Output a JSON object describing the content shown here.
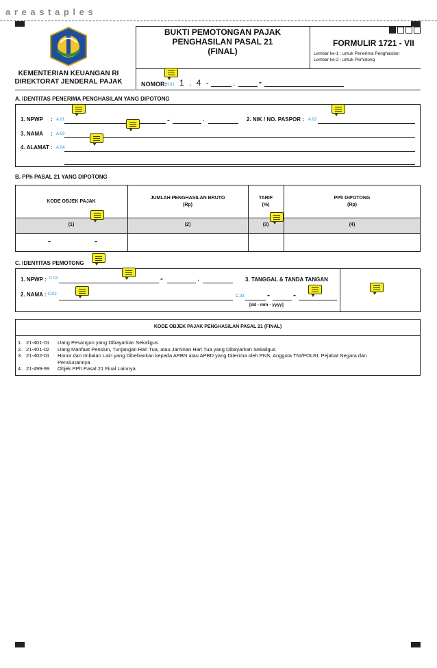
{
  "staples": "a r e a   s t a p l e s",
  "header": {
    "ministry": "KEMENTERIAN KEUANGAN RI",
    "directorate": "DIREKTORAT JENDERAL PAJAK",
    "title_line1": "BUKTI PEMOTONGAN PAJAK",
    "title_line2": "PENGHASILAN PASAL 21",
    "title_line3": "(FINAL)",
    "formulir": "FORMULIR 1721 - VII",
    "lembar1": "Lembar ke-1 : untuk Penerima Penghasilan",
    "lembar2": "Lembar ke-2 : untuk Pemotong",
    "nomor_label": "NOMOR:",
    "nomor_code": "H.01",
    "nomor_value": "1 . 4 -",
    "nomor_dot": ".",
    "nomor_dash": "-"
  },
  "section_a": {
    "title": "A.  IDENTITAS PENERIMA PENGHASILAN YANG DIPOTONG",
    "npwp_label": "1. NPWP",
    "npwp_colon": ":",
    "npwp_code": "A.01",
    "npwp_dash": "-",
    "npwp_dot": ".",
    "nik_label": "2. NIK / NO. PASPOR :",
    "nik_code": "A.02",
    "nama_label": "3. NAMA",
    "nama_colon": ":",
    "nama_code": "A.03",
    "alamat_label": "4. ALAMAT :",
    "alamat_code": "A.04"
  },
  "section_b": {
    "title": "B. PPh PASAL 21 YANG DIPOTONG",
    "col1": "KODE OBJEK PAJAK",
    "col2_line1": "JUMLAH PENGHASILAN BRUTO",
    "col2_line2": "(Rp)",
    "col3_line1": "TARIF",
    "col3_line2": "(%)",
    "col4_line1": "PPh DIPOTONG",
    "col4_line2": "(Rp)",
    "n1": "(1)",
    "n2": "(2)",
    "n3": "(3)",
    "n4": "(4)",
    "kode_dash1": "-",
    "kode_dash2": "-"
  },
  "section_c": {
    "title": "C. IDENTITAS PEMOTONG",
    "npwp_label": "1. NPWP :",
    "npwp_code": "C.01",
    "npwp_dash": "-",
    "npwp_dot": ".",
    "nama_label": "2. NAMA :",
    "nama_code": "C.02",
    "ttd_label": "3. TANGGAL & TANDA TANGAN",
    "ttd_code": "C.03",
    "date_dash1": "-",
    "date_dash2": "-",
    "date_format": "[dd - mm - yyyy]"
  },
  "kode_table": {
    "title": "KODE OBJEK PAJAK PENGHASILAN PASAL 21 (FINAL)",
    "items": [
      {
        "no": "1.",
        "code": "21-401-01",
        "desc": "Uang Pesangon yang Dibayarkan Sekaligus"
      },
      {
        "no": "2.",
        "code": "21-401-02",
        "desc": "Uang Manfaat Pensiun, Tunjangan Hari Tua, atau Jaminan Hari Tua yang Dibayarkan Sekaligus"
      },
      {
        "no": "3.",
        "code": "21-402-01",
        "desc": "Honor dan Imbalan Lain yang Dibebankan kepada APBN atau APBD yang Diterima oleh PNS, Anggota TNI/POLRI, Pejabat Negara dan",
        "desc2": "Pensiunannya"
      },
      {
        "no": "4.",
        "code": "21-499-99",
        "desc": "Objek PPh Pasal 21 Final Lainnya"
      }
    ]
  }
}
